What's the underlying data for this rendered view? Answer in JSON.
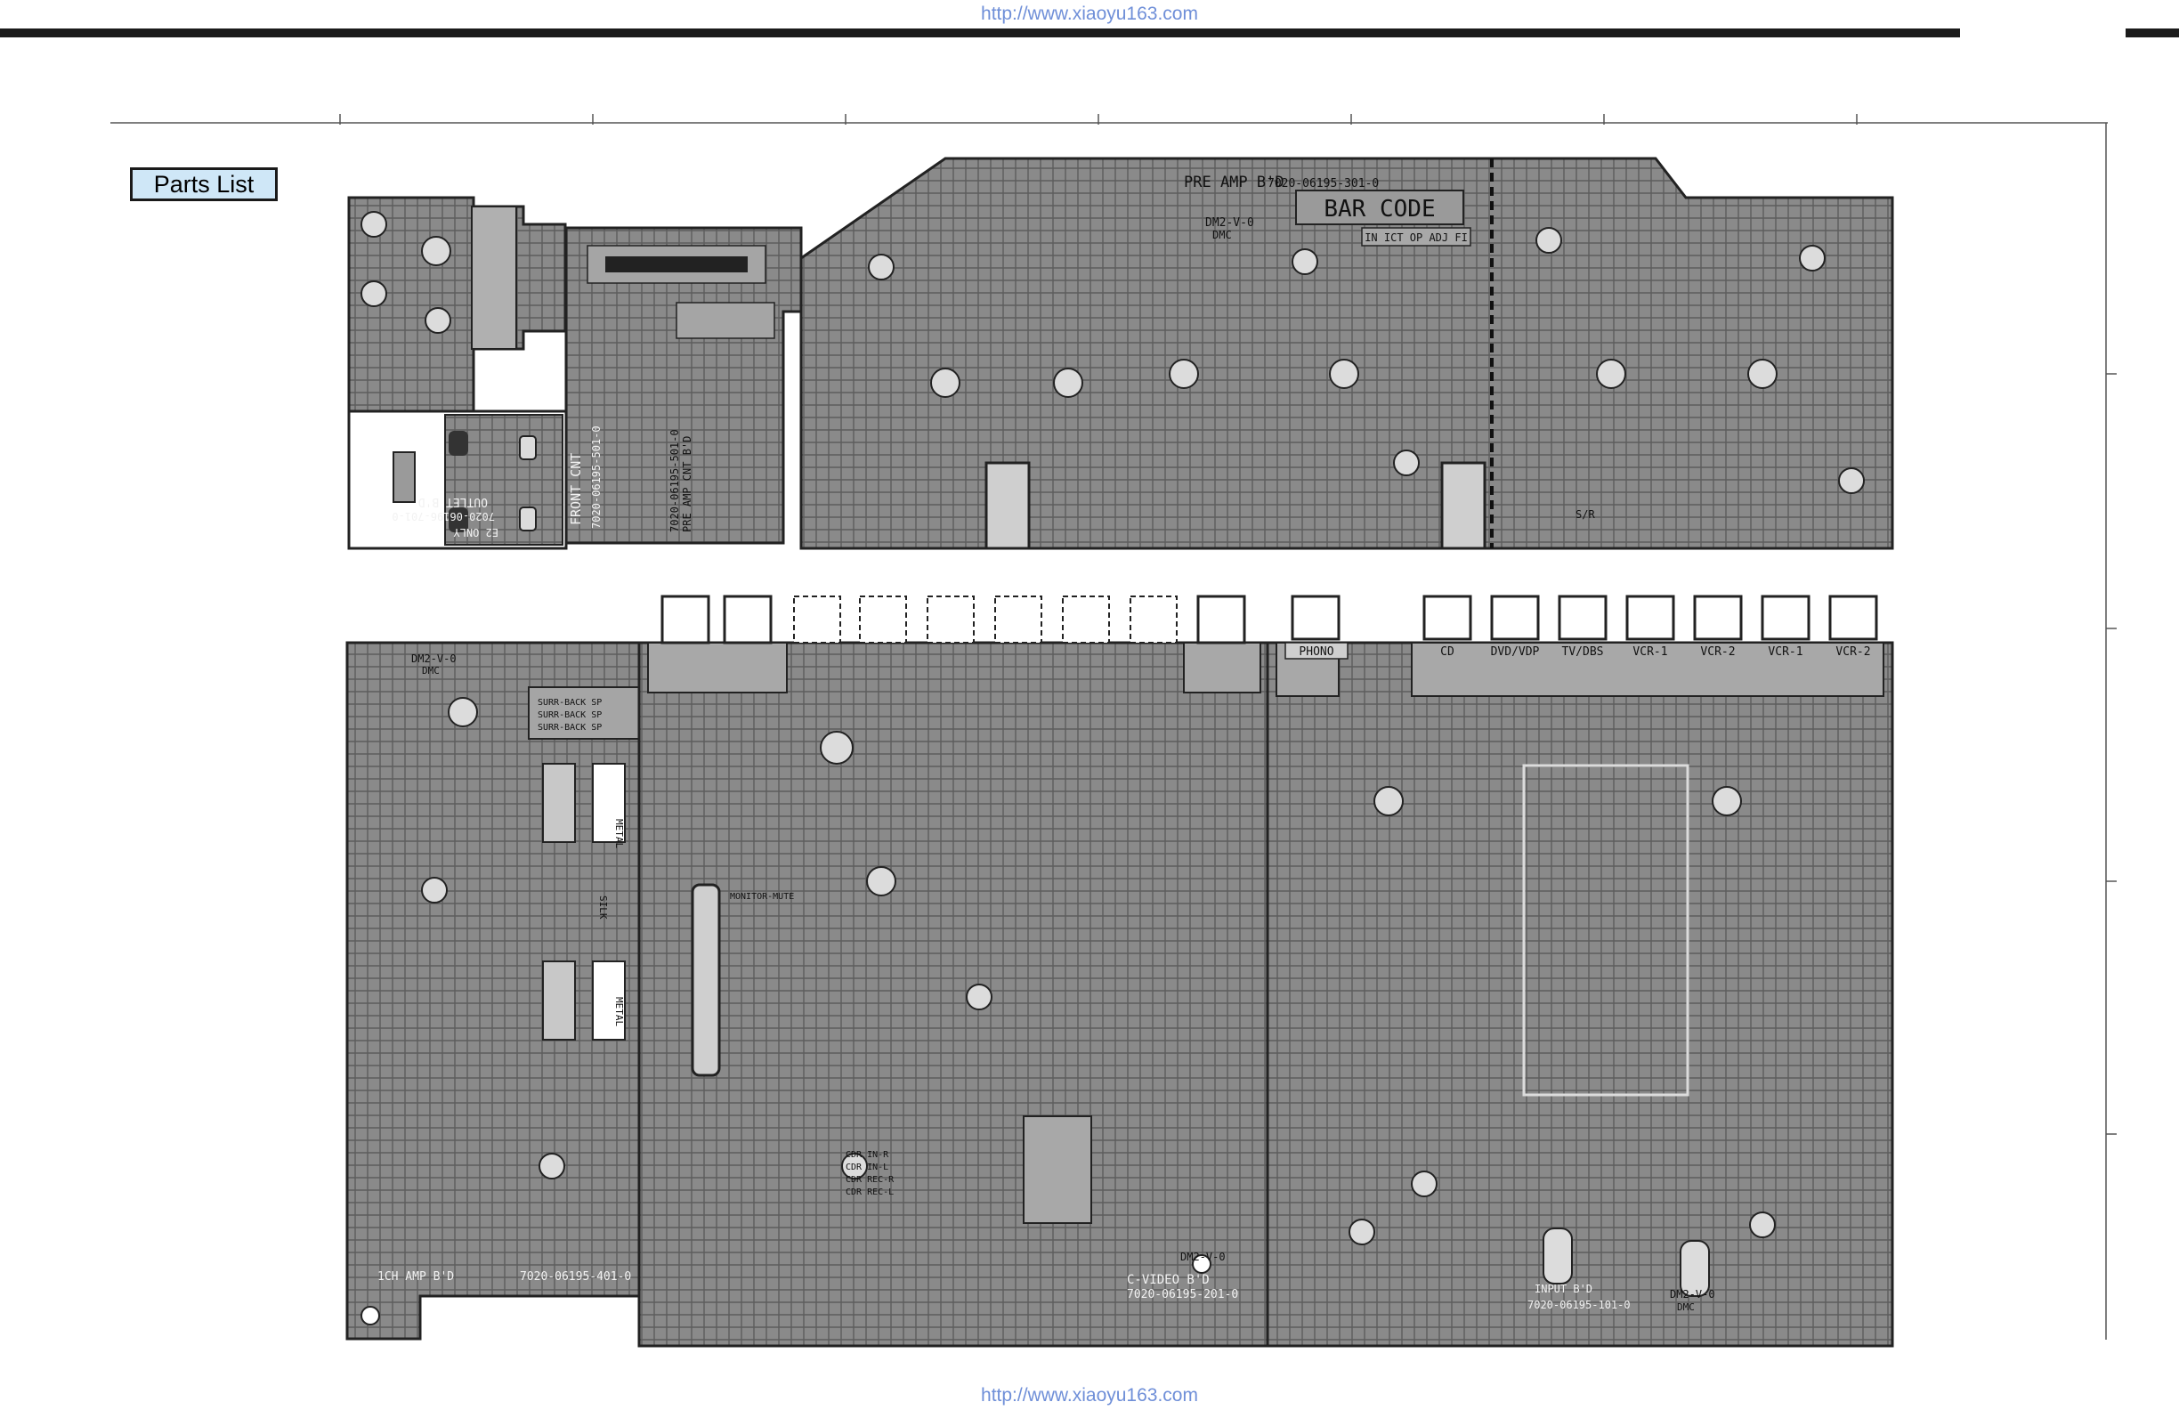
{
  "header": {
    "url": "http://www.xiaoyu163.com"
  },
  "footer": {
    "url": "http://www.xiaoyu163.com"
  },
  "nav": {
    "parts_list_label": "Parts List"
  },
  "boards": {
    "preamp_title": "PRE AMP B'D",
    "preamp_code": "7020-06195-301-0",
    "barcode": "BAR CODE",
    "inspect_fields": "IN ICT OP ADJ FI",
    "front_cnt": "FRONT CNT",
    "front_cnt_code": "7020-06195-501-0",
    "front_cnt_sub": "PRE AMP CNT B'D",
    "outlet": "OUTLET B'D",
    "outlet_code": "7020-06196-701-0",
    "outlet_note": "E2 ONLY",
    "amp_title": "1CH AMP B'D",
    "amp_code": "7020-06195-401-0",
    "video_title": "C-VIDEO B'D",
    "video_code": "7020-06195-201-0",
    "input_title": "INPUT B'D",
    "input_code": "7020-06195-101-0",
    "dmc_mark": "DM2-V-0",
    "dmc": "DMC"
  },
  "jacks": {
    "phono": "PHONO",
    "cd": "CD",
    "dvd": "DVD/VDP",
    "tv": "TV/DBS",
    "vcr1": "VCR-1",
    "vcr2": "VCR-2",
    "vcr3": "VCR-1",
    "vcr4": "VCR-2"
  },
  "misc": {
    "monitor_mute": "MONITOR-MUTE",
    "surr_back_1": "SURR-BACK SP",
    "surr_back_2": "SURR-BACK SP",
    "surr_back_3": "SURR-BACK SP",
    "metal": "METAL",
    "silk": "SILK",
    "sr": "S/R",
    "cdr_in_r": "CDR IN-R",
    "cdr_in_l": "CDR IN-L",
    "cdr_rec_r": "CDR REC-R",
    "cdr_rec_l": "CDR REC-L"
  }
}
